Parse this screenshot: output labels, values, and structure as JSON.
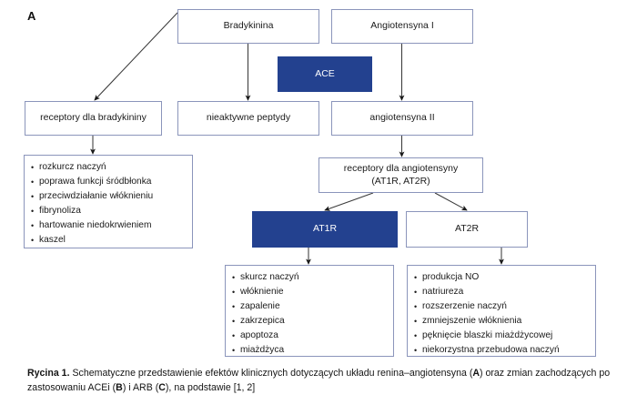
{
  "figure": {
    "panel_letter": "A",
    "accent_color": "#23418f",
    "border_color": "#8b95bb",
    "background_color": "#ffffff"
  },
  "nodes": {
    "bradykinina": "Bradykinina",
    "angiotensyna_i": "Angiotensyna I",
    "ace": "ACE",
    "receptory_bradykininy": "receptory dla bradykininy",
    "nieaktywne_peptydy": "nieaktywne peptydy",
    "angiotensyna_ii": "angiotensyna II",
    "receptory_angiotensyny_line1": "receptory dla angiotensyny",
    "receptory_angiotensyny_line2": "(AT1R, AT2R)",
    "at1r": "AT1R",
    "at2r": "AT2R"
  },
  "lists": {
    "bradykinin_effects": [
      "rozkurcz naczyń",
      "poprawa funkcji śródbłonka",
      "przeciwdziałanie włóknieniu",
      "fibrynoliza",
      "hartowanie niedokrwieniem",
      "kaszel"
    ],
    "at1r_effects": [
      "skurcz naczyń",
      "włóknienie",
      "zapalenie",
      "zakrzepica",
      "apoptoza",
      "miażdżyca"
    ],
    "at2r_effects": [
      "produkcja NO",
      "natriureza",
      "rozszerzenie naczyń",
      "zmniejszenie włóknienia",
      "pęknięcie blaszki miażdżycowej",
      "niekorzystna przebudowa naczyń"
    ]
  },
  "caption": {
    "label": "Rycina 1.",
    "text_1": " Schematyczne przedstawienie efektów klinicznych dotyczących układu renina–angiotensyna (",
    "bold_a": "A",
    "text_2": ") oraz zmian zachodzących po zastosowaniu ACEi (",
    "bold_b": "B",
    "text_3": ") i ARB (",
    "bold_c": "C",
    "text_4": "), na podstawie [1, 2]"
  }
}
